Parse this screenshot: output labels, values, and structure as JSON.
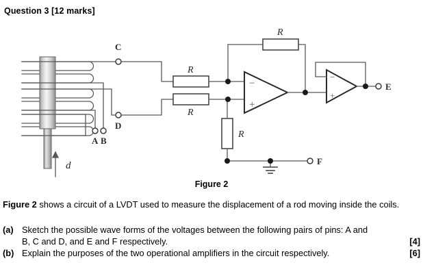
{
  "question": {
    "title": "Question 3 [12 marks]"
  },
  "figure": {
    "caption": "Figure 2",
    "terminals": {
      "a": "A",
      "b": "B",
      "c": "C",
      "d": "D",
      "e": "E",
      "f": "F"
    },
    "displacement_label": "d",
    "resistor_labels": {
      "feedback_top": "R",
      "input_top": "R",
      "input_bottom": "R",
      "shunt_bottom": "R"
    },
    "opamp1": {
      "inverting_sign": "−",
      "noninverting_sign": "+"
    },
    "opamp2": {
      "inverting_sign": "−",
      "noninverting_sign": "+"
    },
    "colors": {
      "wire": "#58585a",
      "wire_dark": "#3b3b3d",
      "core_light": "#f2f2f2",
      "core_mid": "#c9c9c9",
      "core_dark": "#8e8e90",
      "node": "#1a1a1a"
    }
  },
  "body": {
    "intro_bold": "Figure 2",
    "intro_rest": " shows a circuit of a LVDT used to measure   the displacement of a rod moving inside the coils.",
    "items": [
      {
        "label": "(a)",
        "text_line1": "Sketch the possible wave forms of the voltages between the following pairs of pins: A and",
        "text_line2": "B, C and D, and E and F respectively.",
        "marks": "[4]"
      },
      {
        "label": "(b)",
        "text_line1": "Explain the purposes of the two operational amplifiers in the circuit respectively.",
        "text_line2": "",
        "marks": "[6]"
      }
    ]
  }
}
